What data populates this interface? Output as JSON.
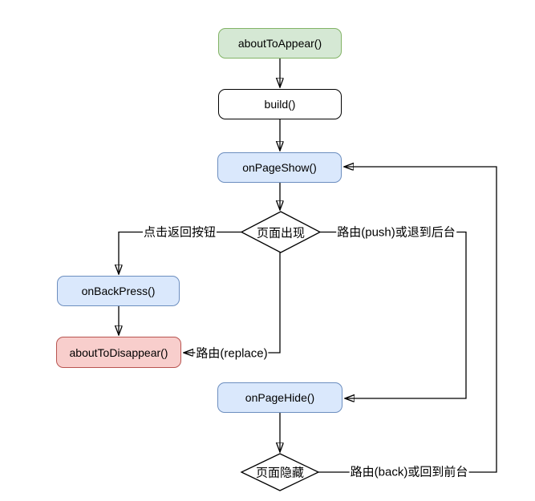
{
  "diagram": {
    "type": "flowchart",
    "nodes": {
      "about_to_appear": {
        "label": "aboutToAppear()",
        "fill": "#d5e8d4",
        "stroke": "#82b366"
      },
      "build": {
        "label": "build()",
        "fill": "#ffffff",
        "stroke": "#000000"
      },
      "on_page_show": {
        "label": "onPageShow()",
        "fill": "#dae8fc",
        "stroke": "#6c8ebf"
      },
      "page_appear_decision": {
        "label": "页面出现",
        "fill": "#ffffff",
        "stroke": "#000000"
      },
      "on_back_press": {
        "label": "onBackPress()",
        "fill": "#dae8fc",
        "stroke": "#6c8ebf"
      },
      "about_to_disappear": {
        "label": "aboutToDisappear()",
        "fill": "#f8cecc",
        "stroke": "#b85450"
      },
      "on_page_hide": {
        "label": "onPageHide()",
        "fill": "#dae8fc",
        "stroke": "#6c8ebf"
      },
      "page_hide_decision": {
        "label": "页面隐藏",
        "fill": "#ffffff",
        "stroke": "#000000"
      }
    },
    "edge_labels": {
      "click_back_button": "点击返回按钮",
      "route_push_or_background": "路由(push)或退到后台",
      "route_replace": "路由(replace)",
      "route_back_or_foreground": "路由(back)或回到前台"
    },
    "line_color": "#000000",
    "background": "#ffffff"
  }
}
